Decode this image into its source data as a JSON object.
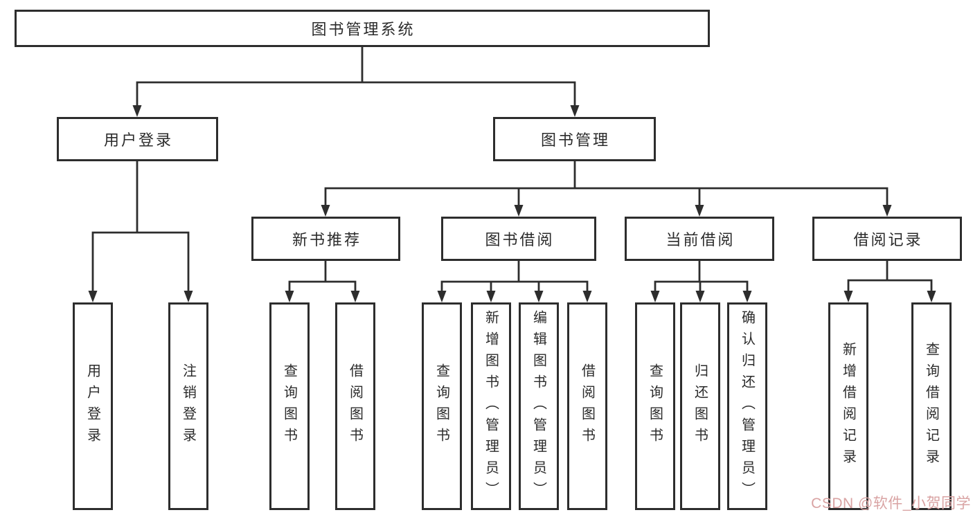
{
  "title": "图书管理系统",
  "colors": {
    "line": "#2d2d2d",
    "text": "#2b2b2b",
    "box_background": "#ffffff",
    "page_background": "#ffffff",
    "watermark": "#d9a3a3"
  },
  "watermark": {
    "text": "CSDN @软件_小贺同学"
  },
  "tree": {
    "label": "图书管理系统",
    "children": [
      {
        "label": "用户登录",
        "children": [
          {
            "label": "用户登录"
          },
          {
            "label": "注销登录"
          }
        ]
      },
      {
        "label": "图书管理",
        "children": [
          {
            "label": "新书推荐",
            "children": [
              {
                "label": "查询图书"
              },
              {
                "label": "借阅图书"
              }
            ]
          },
          {
            "label": "图书借阅",
            "children": [
              {
                "label": "查询图书"
              },
              {
                "label": "新增图书（管理员）"
              },
              {
                "label": "编辑图书（管理员）"
              },
              {
                "label": "借阅图书"
              }
            ]
          },
          {
            "label": "当前借阅",
            "children": [
              {
                "label": "查询图书"
              },
              {
                "label": "归还图书"
              },
              {
                "label": "确认归还（管理员）"
              }
            ]
          },
          {
            "label": "借阅记录",
            "children": [
              {
                "label": "新增借阅记录"
              },
              {
                "label": "查询借阅记录"
              }
            ]
          }
        ]
      }
    ]
  }
}
